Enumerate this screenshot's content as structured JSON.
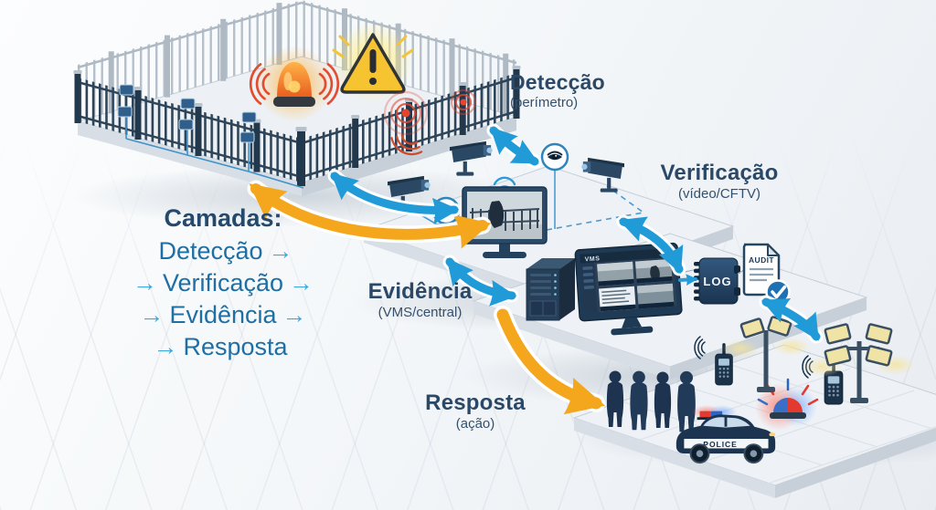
{
  "title_block": {
    "title": "Camadas:",
    "items": [
      {
        "pre": "",
        "word": "Detecção",
        "post": "→"
      },
      {
        "pre": "→",
        "word": "Verificação",
        "post": "→"
      },
      {
        "pre": "→",
        "word": "Evidência",
        "post": "→"
      },
      {
        "pre": "→",
        "word": "Resposta",
        "post": ""
      }
    ]
  },
  "labels": {
    "detection": {
      "title": "Detecção",
      "subtitle": "(perímetro)"
    },
    "verification": {
      "title": "Verificação",
      "subtitle": "(vídeo/CFTV)"
    },
    "evidence": {
      "title": "Evidência",
      "subtitle": "(VMS/central)"
    },
    "response": {
      "title": "Resposta",
      "subtitle": "(ação)"
    }
  },
  "device_text": {
    "vms": "VMS",
    "log": "LOG",
    "audit": "AUDIT",
    "police": "POLICE"
  },
  "icon_legend": [
    "warning-triangle-icon",
    "siren-beacon-icon",
    "perimeter-sensor-icon",
    "cctv-camera-icon",
    "eye-icon",
    "wifi-icon",
    "monitor-icon",
    "server-icon",
    "vms-monitor-icon",
    "log-binder-icon",
    "audit-document-icon",
    "check-icon",
    "guards-icon",
    "police-car-icon",
    "emergency-beacon-icon",
    "walkie-talkie-icon",
    "floodlight-icon"
  ],
  "colors": {
    "label_navy": "#2b4866",
    "list_blue": "#1e6fa4",
    "arrow_light_blue": "#3da8de",
    "flow_blue": "#219bd8",
    "flow_yellow": "#f4a71d",
    "alert_red": "#e0462e",
    "alert_orange": "#f08223",
    "warning_yellow": "#f6c331",
    "device_navy": "#1f3a54"
  }
}
